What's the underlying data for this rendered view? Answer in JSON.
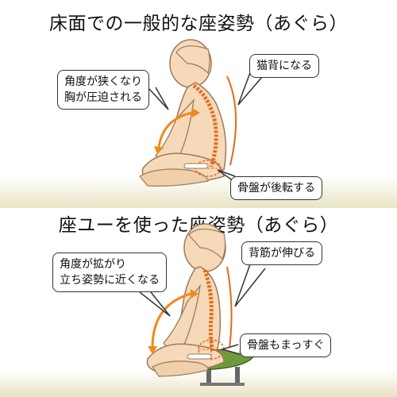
{
  "top": {
    "title": "床面での一般的な座姿勢（あぐら）",
    "callout_chest_line1": "角度が狭くなり",
    "callout_chest_line2": "胸が圧迫される",
    "callout_back": "猫背になる",
    "callout_pelvis": "骨盤が後転する"
  },
  "bottom": {
    "title": "座ユーを使った座姿勢（あぐら）",
    "callout_angle_line1": "角度が拡がり",
    "callout_angle_line2": "立ち姿勢に近くなる",
    "callout_back": "背筋が伸びる",
    "callout_pelvis": "骨盤もまっすぐ"
  },
  "colors": {
    "skin": "#f6d9b8",
    "outline": "#9a7a5a",
    "spine": "#e36a1a",
    "arrow": "#f08a1c",
    "cushion": "#6f9a3c",
    "floor": "#e8e4c4"
  }
}
